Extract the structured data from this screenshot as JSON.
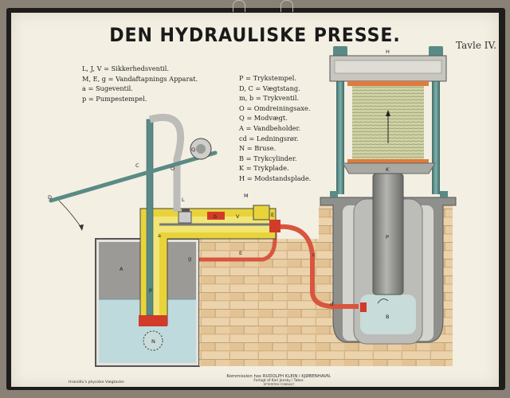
{
  "poster": {
    "title": "DEN HYDRAULISKE PRESSE.",
    "plate": "Tavle IV.",
    "legend_left": [
      "L, J, V = Sikkerhedsventil.",
      "M, E, g = Vandaftapnings Apparat.",
      "a = Sugeventil.",
      "p = Pumpestempel."
    ],
    "legend_right": [
      "P = Trykstempel.",
      "D, C = Vægtstang.",
      "m, b = Trykventil.",
      "O = Omdreiningsaxe.",
      "Q = Modvægt.",
      "A = Vandbeholder.",
      "cd = Ledningsrør.",
      "N = Bruse.",
      "B = Trykcylinder.",
      "K = Trykplade.",
      "H = Modstandsplade."
    ],
    "footer_left": "Hranidlu's physiske Vægtavler.",
    "footer_center": [
      "Kommission hos RUDOLPH KLEIN i KJØBENHAVN.",
      "Forlagt af Karl Jansky i Tabor.",
      "EFTERTRYK FORBUDT"
    ],
    "diagram_labels": {
      "A": "A",
      "B": "B",
      "C": "C",
      "D": "D",
      "E": "E",
      "H": "H",
      "K": "K",
      "L": "L",
      "M": "M",
      "N": "N",
      "O": "O",
      "P": "P",
      "Q": "Q",
      "V": "V",
      "a": "a",
      "b": "b",
      "c": "c",
      "d": "d",
      "g": "g",
      "p": "p"
    },
    "colors": {
      "paper": "#f3efe3",
      "water": "#bfdadd",
      "brass": "#e8d43a",
      "copper_pipe": "#d8553e",
      "valve_red": "#d23a2a",
      "brick": "#e8caa0",
      "cylinder_grey": "#9a9a96",
      "machine_green": "#5a8a86",
      "press_material": "#cfd0a0"
    }
  }
}
